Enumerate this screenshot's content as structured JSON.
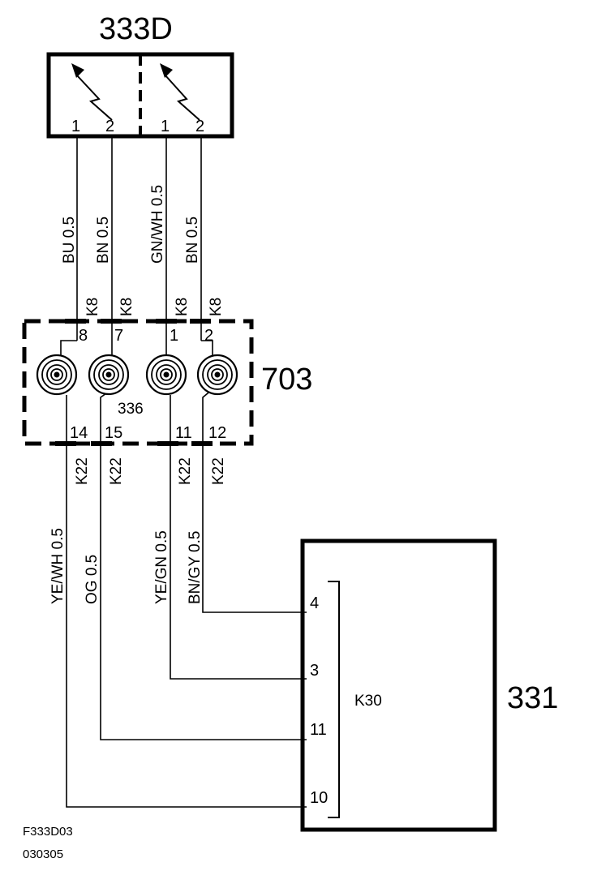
{
  "components": {
    "c333d": {
      "label": "333D",
      "pins": [
        "1",
        "2",
        "1",
        "2"
      ]
    },
    "c703": {
      "label": "703",
      "top_pins": [
        "8",
        "7",
        "1",
        "2"
      ],
      "bottom_pins": [
        "14",
        "15",
        "11",
        "12"
      ],
      "inner": "336"
    },
    "c331": {
      "label": "331",
      "pins": [
        "4",
        "3",
        "11",
        "10"
      ],
      "group": "K30"
    }
  },
  "connectors": {
    "upper": "K8",
    "lower": "K22"
  },
  "wires": {
    "upper": [
      "BU  0.5",
      "BN  0.5",
      "GN/WH  0.5",
      "BN  0.5"
    ],
    "lower": [
      "YE/WH  0.5",
      "OG  0.5",
      "YE/GN  0.5",
      "BN/GY  0.5"
    ]
  },
  "footer": {
    "code": "F333D03",
    "date": "030305"
  }
}
